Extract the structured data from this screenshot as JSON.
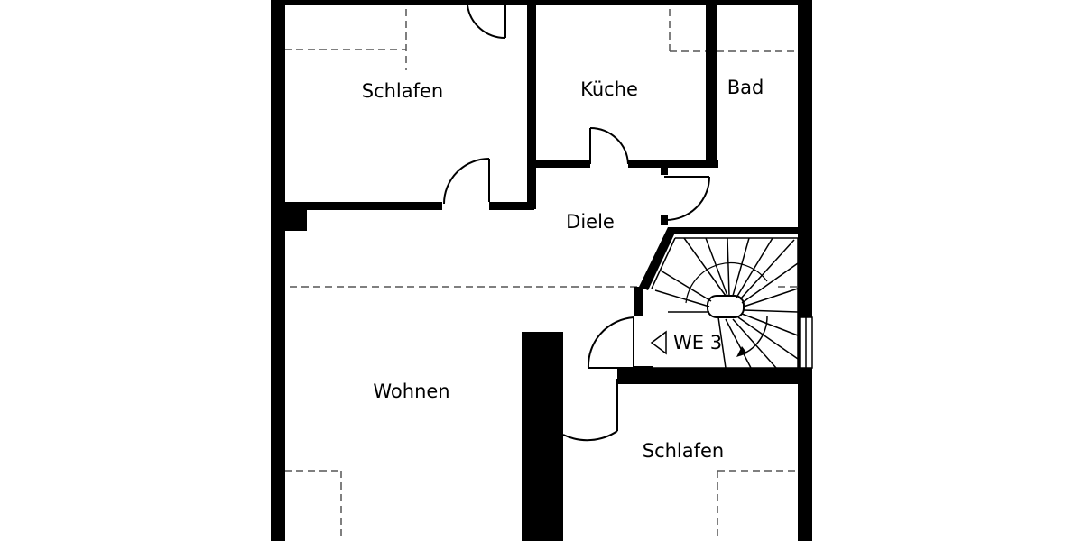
{
  "colors": {
    "wall": "#000000",
    "background": "#ffffff",
    "dashed": "#555555"
  },
  "rooms": {
    "schlafen_top": "Schlafen",
    "kueche": "Küche",
    "bad": "Bad",
    "diele": "Diele",
    "wohnen": "Wohnen",
    "schlafen_bottom": "Schlafen"
  },
  "unit": {
    "label": "WE 3",
    "icon": "triangle-left-icon"
  }
}
